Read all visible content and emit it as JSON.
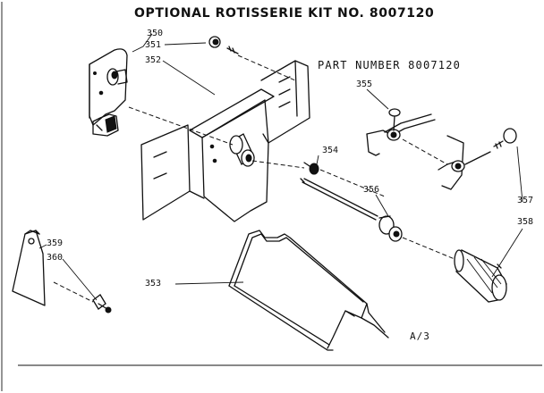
{
  "title": "OPTIONAL ROTISSERIE KIT NO. 8007120",
  "subtitle": "PART NUMBER 8007120",
  "page_code": "A/3",
  "callouts": {
    "c350": "350",
    "c351": "351",
    "c352": "352",
    "c353": "353",
    "c354": "354",
    "c355": "355",
    "c356": "356",
    "c357": "357",
    "c358": "358",
    "c359": "359",
    "c360": "360"
  }
}
